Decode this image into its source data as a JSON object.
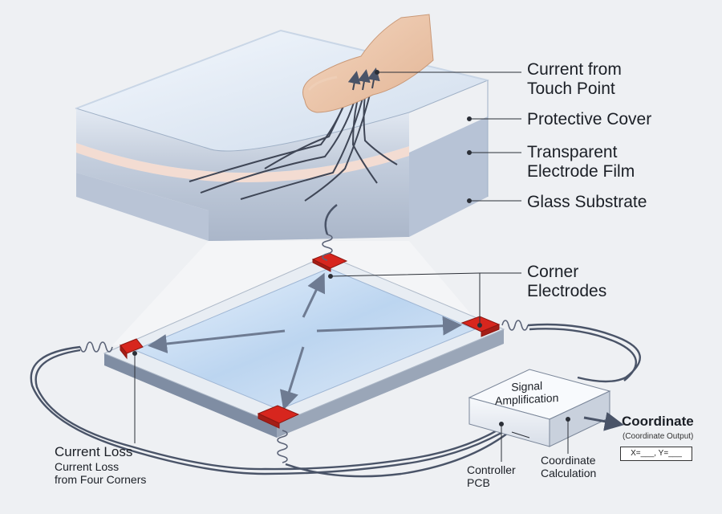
{
  "labels": {
    "current_from_touch": [
      "Current from",
      "Touch Point"
    ],
    "protective_cover": "Protective Cover",
    "electrode_film": [
      "Transparent",
      "Electrode Film"
    ],
    "glass_substrate": "Glass Substrate",
    "corner_electrodes": [
      "Corner",
      "Electrodes"
    ],
    "current_loss_title": "Current Loss",
    "current_loss_sub": [
      "Current Loss",
      "from Four Corners"
    ],
    "signal_amplification": [
      "Signal",
      "Amplification"
    ],
    "coordinate": "Coordinate",
    "coordinate_output": "(Coordinate Output)",
    "coordinate_value": "X=___, Y=___",
    "controller_pcb": [
      "Controller",
      "PCB"
    ],
    "coordinate_calculation": [
      "Coordinate",
      "Calculation"
    ]
  },
  "colors": {
    "electrode_red": "#d7261e",
    "glass_blue": "#a9c4e6",
    "arrow_gray": "#6e7b92",
    "wire_dark": "#4a5468"
  }
}
